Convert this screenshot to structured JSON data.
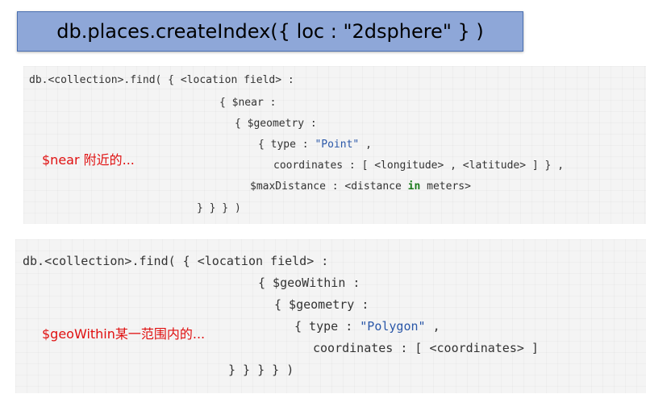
{
  "title": "db.places.createIndex({ loc : \"2dsphere\" } )",
  "near": {
    "lines": [
      "db.<collection>.find( { <location field> :",
      "{ $near :",
      "{ $geometry :",
      "{ type : ",
      "coordinates : [ <longitude> , <latitude> ] } ,",
      "$maxDistance : <distance ",
      "} } } )"
    ],
    "point_string": "\"Point\"",
    "point_suffix": " ,",
    "in_keyword": "in",
    "meters_suffix": " meters>",
    "note": "$near 附近的..."
  },
  "geowithin": {
    "lines": [
      "db.<collection>.find( { <location field> :",
      "{ $geoWithin :",
      "{ $geometry :",
      "{ type : ",
      "coordinates : [ <coordinates> ]",
      "} } } } )"
    ],
    "polygon_string": "\"Polygon\"",
    "polygon_suffix": " ,",
    "note": "$geoWithin某一范围内的..."
  }
}
